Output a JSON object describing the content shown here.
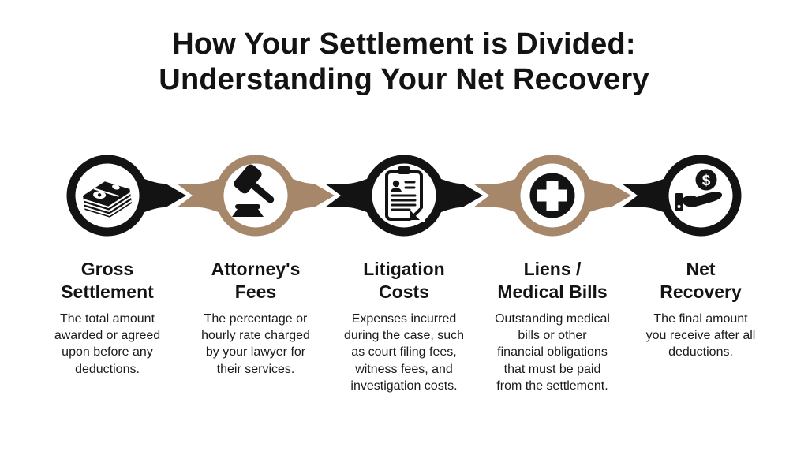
{
  "title": {
    "line1": "How Your Settlement is Divided:",
    "line2": "Understanding Your Net Recovery"
  },
  "colors": {
    "ink": "#131313",
    "tan": "#a6876a",
    "background": "#ffffff"
  },
  "flow": "left-to-right",
  "coin_symbol": "$",
  "steps": [
    {
      "title": "Gross\nSettlement",
      "description": "The total amount\nawarded or agreed\nupon before any\ndeductions.",
      "icon": "money-stack-icon",
      "ring_color": "#131313"
    },
    {
      "title": "Attorney's\nFees",
      "description": "The percentage or\nhourly rate charged\nby your lawyer for\ntheir services.",
      "icon": "gavel-icon",
      "ring_color": "#a6876a"
    },
    {
      "title": "Litigation\nCosts",
      "description": "Expenses incurred\nduring the case, such\nas court filing fees,\nwitness fees, and\ninvestigation costs.",
      "icon": "legal-document-icon",
      "ring_color": "#131313"
    },
    {
      "title": "Liens /\nMedical Bills",
      "description": "Outstanding medical\nbills or other\nfinancial obligations\nthat must be paid\nfrom the settlement.",
      "icon": "medical-cross-icon",
      "ring_color": "#a6876a"
    },
    {
      "title": "Net\nRecovery",
      "description": "The final amount\nyou receive after all\ndeductions.",
      "icon": "hand-coin-icon",
      "ring_color": "#131313"
    }
  ],
  "connectors": [
    {
      "arrow_color": "#131313",
      "notch_color": "#a6876a"
    },
    {
      "arrow_color": "#a6876a",
      "notch_color": "#131313"
    },
    {
      "arrow_color": "#131313",
      "notch_color": "#a6876a"
    },
    {
      "arrow_color": "#a6876a",
      "notch_color": "#131313"
    }
  ]
}
